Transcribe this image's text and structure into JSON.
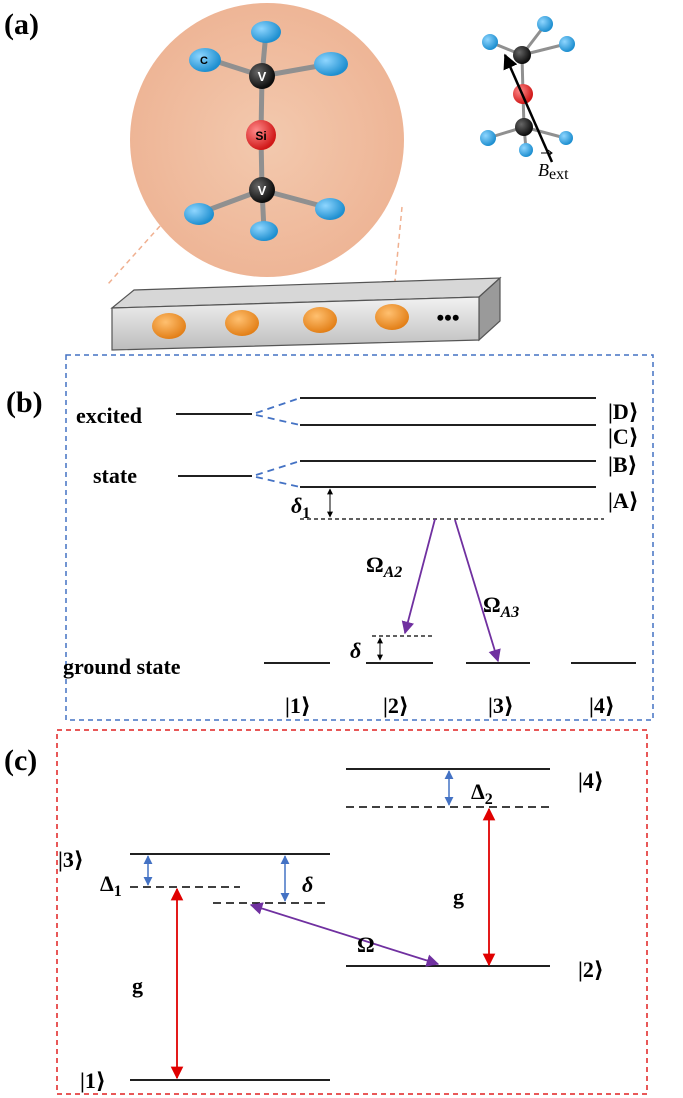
{
  "panel_a": {
    "label": "(a)",
    "atom_c": "C",
    "atom_v_top": "V",
    "atom_si": "Si",
    "atom_v_bottom": "V",
    "field_label": "B",
    "field_subscript": "ext",
    "ellipsis": "•••"
  },
  "panel_b": {
    "label": "(b)",
    "excited_word": "excited",
    "state_word": "state",
    "ground_label": "ground state",
    "levels": [
      "|D⟩",
      "|C⟩",
      "|B⟩",
      "|A⟩"
    ],
    "ground_kets": [
      "|1⟩",
      "|2⟩",
      "|3⟩",
      "|4⟩"
    ],
    "delta1": "δ",
    "delta1_sub": "1",
    "delta": "δ",
    "omega_a2": "Ω",
    "omega_a2_sub": "A2",
    "omega_a3": "Ω",
    "omega_a3_sub": "A3"
  },
  "panel_c": {
    "label": "(c)",
    "ket3": "|3⟩",
    "ket4": "|4⟩",
    "ket2": "|2⟩",
    "ket1": "|1⟩",
    "delta1": "Δ",
    "delta1_sub": "1",
    "delta2": "Δ",
    "delta2_sub": "2",
    "delta": "δ",
    "g_left": "g",
    "g_right": "g",
    "omega": "Ω"
  },
  "colors": {
    "panel_b_border": "#4472c4",
    "panel_c_border": "#e02020",
    "transition_purple": "#7030a0",
    "coupling_red": "#e00000",
    "detuning_blue": "#4472c4",
    "si_atom": "#e02020",
    "c_atom": "#2aa2e0",
    "v_atom": "#1a1a1a",
    "defect_orange": "#f08a1e"
  }
}
